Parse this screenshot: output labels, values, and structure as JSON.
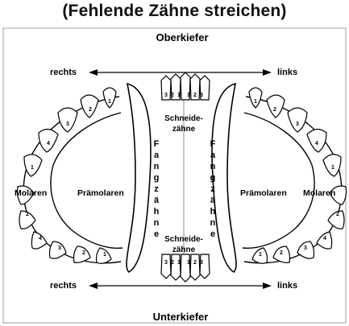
{
  "header": {
    "instruction": "(Fehlende Zähne streichen)"
  },
  "upper_jaw": {
    "title": "Oberkiefer",
    "dir_right": "rechts",
    "dir_left": "links"
  },
  "lower_jaw": {
    "title": "Unterkiefer",
    "dir_right": "rechts",
    "dir_left": "links"
  },
  "regions": {
    "incisors_upper": [
      "Schneide-",
      "zähne"
    ],
    "incisors_lower": [
      "Schneide-",
      "zähne"
    ],
    "canines_letters": [
      "F",
      "a",
      "n",
      "g",
      "z",
      "ä",
      "h",
      "n",
      "e"
    ],
    "premolars": "Prämolaren",
    "molars": "Molaren"
  },
  "tooth_numbers": {
    "upper_incisors": [
      "3",
      "2",
      "1",
      "1",
      "2",
      "3"
    ],
    "lower_incisors": [
      "3",
      "2",
      "1",
      "1",
      "2",
      "3"
    ],
    "upper_right_cheek": [
      "1",
      "2",
      "3",
      "4"
    ],
    "upper_left_cheek": [
      "1",
      "2",
      "3",
      "4"
    ],
    "molars_left_side": [
      "1",
      "2"
    ],
    "molars_right_side": [
      "1",
      "2"
    ],
    "lower_right_cheek": [
      "1",
      "2",
      "3",
      "4"
    ],
    "lower_left_cheek": [
      "1",
      "2",
      "3",
      "4"
    ]
  }
}
